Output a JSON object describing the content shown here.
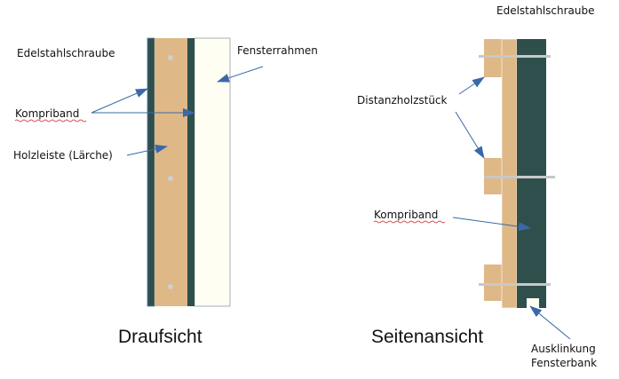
{
  "colors": {
    "kompriband": "#2f4f4d",
    "holz": "#dfb887",
    "fensterrahmen": "#fefef2",
    "schraube": "#c8c8c8",
    "arrow": "#3a68a8"
  },
  "top_view": {
    "title": "Draufsicht",
    "labels": {
      "screw": "Edelstahlschraube",
      "frame": "Fensterrahmen",
      "tape": "Kompriband",
      "batten": "Holzleiste (Lärche)"
    }
  },
  "side_view": {
    "title": "Seitenansicht",
    "labels": {
      "screw": "Edelstahlschraube",
      "spacer": "Distanzholzstück",
      "tape": "Kompriband",
      "notch_line1": "Ausklinkung",
      "notch_line2": "Fensterbank"
    }
  }
}
